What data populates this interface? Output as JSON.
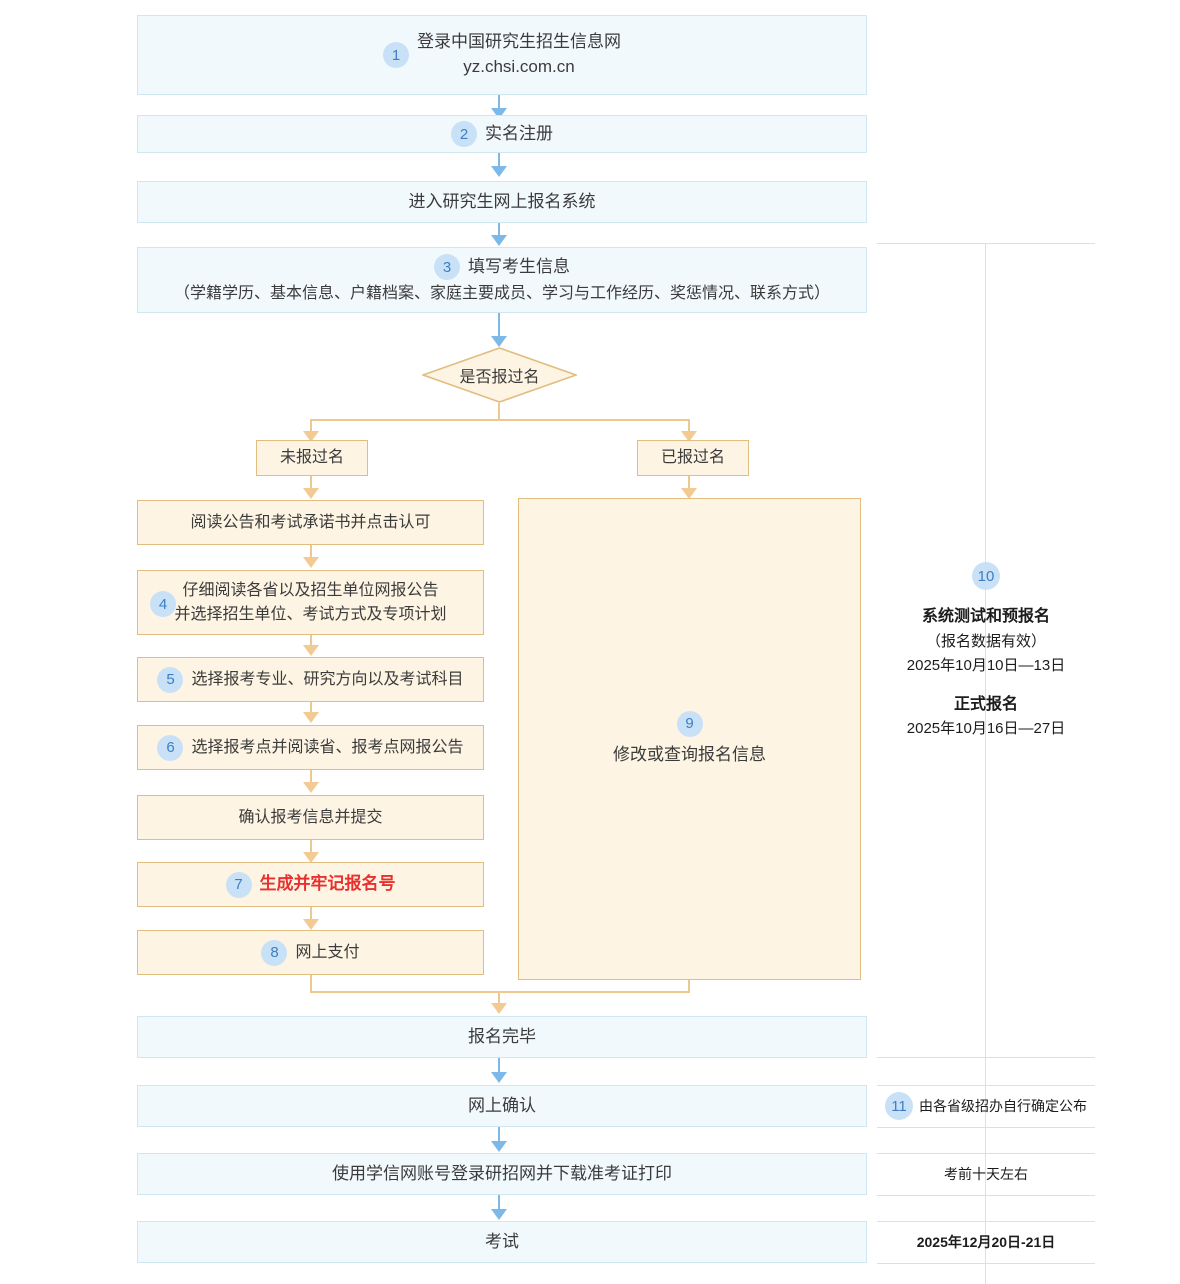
{
  "title": "研究生招生网上报名流程图",
  "colors": {
    "blue_fill": "#f1f9fd",
    "blue_border": "#cfe7f2",
    "cream_fill": "#fdf4e3",
    "cream_border": "#e2bd80",
    "badge_fill": "#c9e1f7",
    "badge_text": "#3d7fc1",
    "arrow_blue": "#7cb9e8",
    "arrow_tan": "#f3ca94",
    "highlight_red": "#e8312f",
    "rule": "#cfe4ef"
  },
  "main_flow": {
    "step1": {
      "num": "1",
      "line1": "登录中国研究生招生信息网",
      "line2": "yz.chsi.com.cn"
    },
    "step2": {
      "num": "2",
      "label": "实名注册"
    },
    "enter_system": {
      "label": "进入研究生网上报名系统"
    },
    "step3": {
      "num": "3",
      "line1": "填写考生信息",
      "line2": "（学籍学历、基本信息、户籍档案、家庭主要成员、学习与工作经历、奖惩情况、联系方式）"
    },
    "decision": {
      "label": "是否报过名"
    },
    "branch_left": {
      "label": "未报过名"
    },
    "branch_right": {
      "label": "已报过名"
    }
  },
  "left_branch": [
    {
      "num": "",
      "line1": "阅读公告和考试承诺书并点击认可",
      "line2": ""
    },
    {
      "num": "4",
      "line1": "仔细阅读各省以及招生单位网报公告",
      "line2": "并选择招生单位、考试方式及专项计划"
    },
    {
      "num": "5",
      "line1": "选择报考专业、研究方向以及考试科目",
      "line2": ""
    },
    {
      "num": "6",
      "line1": "选择报考点并阅读省、报考点网报公告",
      "line2": ""
    },
    {
      "num": "",
      "line1": "确认报考信息并提交",
      "line2": ""
    },
    {
      "num": "7",
      "line1": "生成并牢记报名号",
      "line2": ""
    },
    {
      "num": "8",
      "line1": "网上支付",
      "line2": ""
    }
  ],
  "right_branch": {
    "num": "9",
    "label": "修改或查询报名信息"
  },
  "bottom_flow": [
    {
      "label": "报名完毕"
    },
    {
      "label": "网上确认"
    },
    {
      "label": "使用学信网账号登录研招网并下载准考证打印"
    },
    {
      "label": "考试"
    }
  ],
  "timeline": {
    "step10": {
      "num": "10",
      "title1": "系统测试和预报名",
      "sub1": "（报名数据有效）",
      "date1": "2025年10月10日—13日",
      "title2": "正式报名",
      "date2": "2025年10月16日—27日"
    },
    "rows": [
      {
        "num": "11",
        "label": "由各省级招办自行确定公布"
      },
      {
        "num": "",
        "label": "考前十天左右"
      },
      {
        "num": "",
        "label": "2025年12月20日-21日"
      }
    ]
  }
}
